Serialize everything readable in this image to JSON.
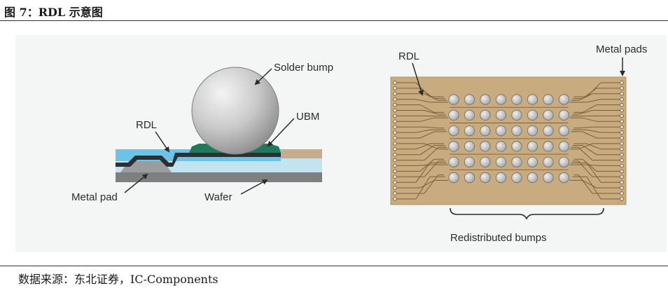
{
  "caption": "图 7：RDL 示意图",
  "source": "数据来源：东北证券，IC-Components",
  "left_diagram": {
    "labels": {
      "solder_bump": "Solder bump",
      "ubm": "UBM",
      "rdl": "RDL",
      "metal_pad": "Metal pad",
      "wafer": "Wafer"
    }
  },
  "right_diagram": {
    "labels": {
      "rdl": "RDL",
      "metal_pads": "Metal pads",
      "redistributed_bumps": "Redistributed bumps"
    },
    "bump_rows": 6,
    "bump_columns": 8
  },
  "colors": {
    "background": "#f4f5f5",
    "blue_layer": "#6cc3e8",
    "light_blue": "#c3e3f1",
    "rdl_dark": "#2d2f31",
    "ubm_green": "#1f7a5c",
    "wafer_gray": "#7d7f81",
    "pad_tan": "#c5ad8e",
    "board": "#c8ab7e",
    "trace": "#7a5f3e"
  }
}
